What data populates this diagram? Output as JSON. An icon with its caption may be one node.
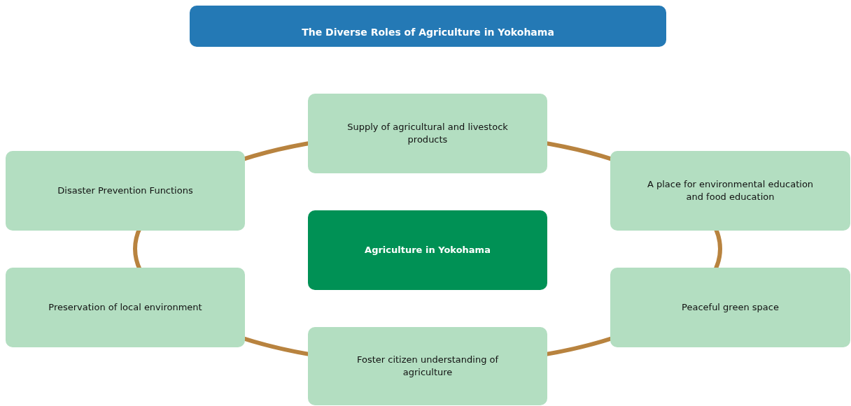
{
  "diagram": {
    "title": "The Diverse Roles of Agriculture in Yokohama",
    "nodes": [
      {
        "text": [
          "Supply of agricultural and livestock products"
        ]
      },
      {
        "text": [
          "Disaster Prevention Functions"
        ]
      },
      {
        "text": [
          "A place for environmental education and food education"
        ]
      },
      {
        "text": [
          "Agriculture in Yokohama"
        ]
      },
      {
        "text": [
          "Preservation of local environment"
        ]
      },
      {
        "text": [
          "Peaceful green space"
        ]
      },
      {
        "text": [
          "Foster citizen understanding of agriculture"
        ]
      }
    ]
  }
}
